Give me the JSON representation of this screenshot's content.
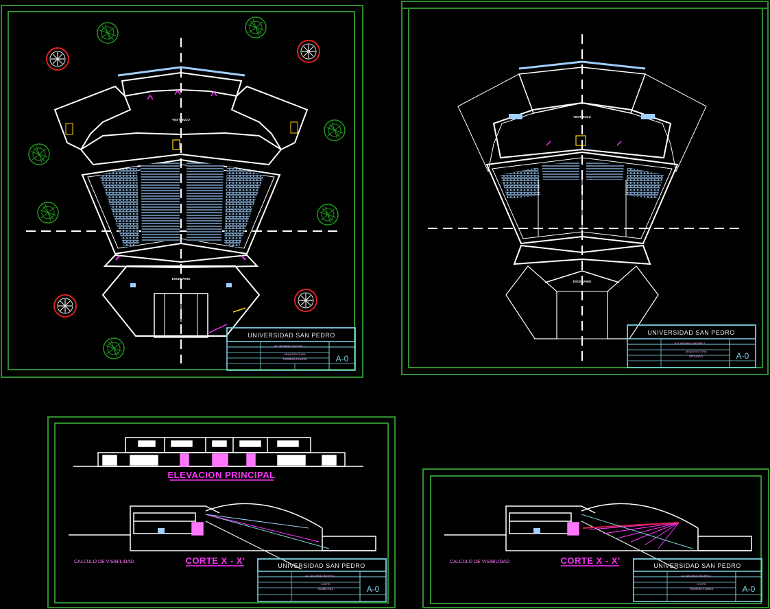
{
  "sheets": [
    {
      "title_block": {
        "institution": "UNIVERSIDAD SAN PEDRO",
        "author": "ALCANTARA ONGHEILI",
        "drawing_line1": "ARQUITECTURA",
        "drawing_line2": "PRIMERA PLANTA",
        "code": "A-0"
      },
      "rooms": [
        "VESTIBULO",
        "ESCENARIO"
      ]
    },
    {
      "title_block": {
        "institution": "UNIVERSIDAD SAN PEDRO",
        "author": "ALCANTARA ONGHEILI",
        "drawing_line1": "ARQUITECTURA",
        "drawing_line2": "SEGUNDO",
        "code": "A-0"
      },
      "rooms": [
        "VESTIBULO",
        "ESCENARIO"
      ]
    },
    {
      "elevation_title": "ELEVACION PRINCIPAL",
      "section_title": "CORTE X - X'",
      "note": "CALCULO DE VISIBILIDAD",
      "title_block": {
        "institution": "UNIVERSIDAD SAN PEDRO",
        "author": "ALCANTARA ONGHEILI",
        "drawing_line1": "CORTE",
        "drawing_line2": "ISOMETRIA",
        "code": "A-0"
      }
    },
    {
      "section_title": "CORTE X - X'",
      "note": "CALCULO DE VISIBILIDAD",
      "title_block": {
        "institution": "UNIVERSIDAD SAN PEDRO",
        "author": "ALCANTARA ONGHEILI",
        "drawing_line1": "CORTE",
        "drawing_line2": "PRIMERA PLANTA",
        "code": "A-0"
      }
    }
  ],
  "colors": {
    "frame": "#2f8f2f",
    "wall": "#ffffff",
    "seat": "#9ecfff",
    "title_cyan": "#7fd6e6",
    "magenta": "#ff33ff",
    "tree": "#1e9a1e",
    "tree_red": "#e02020"
  }
}
